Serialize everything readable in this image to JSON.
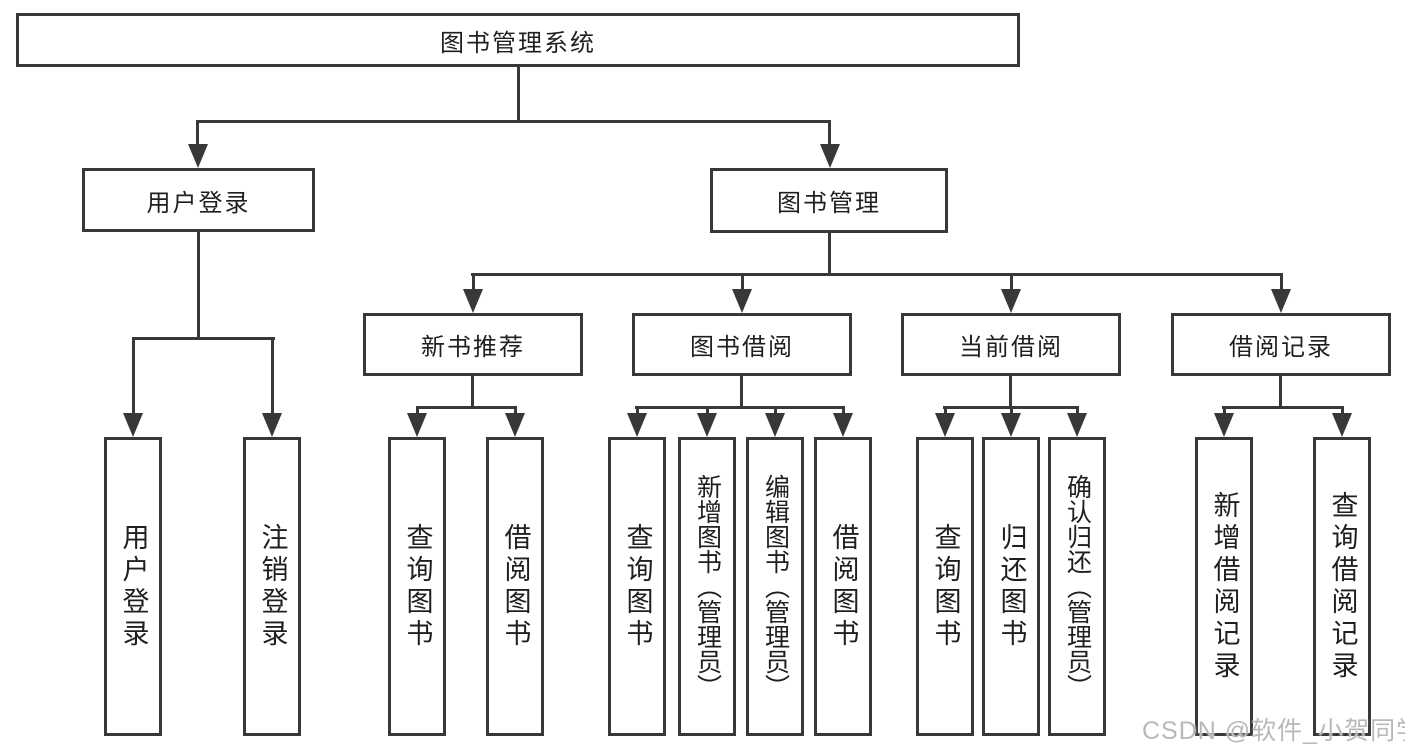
{
  "diagram": {
    "title": "图书管理系统",
    "root": "图书管理系统",
    "level2": [
      "用户登录",
      "图书管理"
    ],
    "level3": [
      "新书推荐",
      "图书借阅",
      "当前借阅",
      "借阅记录"
    ],
    "leaves": {
      "user_login": [
        "用户登录",
        "注销登录"
      ],
      "new_book_recommend": [
        "查询图书",
        "借阅图书"
      ],
      "book_borrow": [
        "查询图书",
        "新增图书（管理员）",
        "编辑图书（管理员）",
        "借阅图书"
      ],
      "current_borrow": [
        "查询图书",
        "归还图书",
        "确认归还（管理员）"
      ],
      "borrow_records": [
        "新增借阅记录",
        "查询借阅记录"
      ]
    }
  },
  "watermark": "CSDN @软件_小贺同学",
  "colors": {
    "line": "#383838",
    "text": "#1f1f1f",
    "watermark": "#b7b9bd",
    "background": "#ffffff"
  }
}
